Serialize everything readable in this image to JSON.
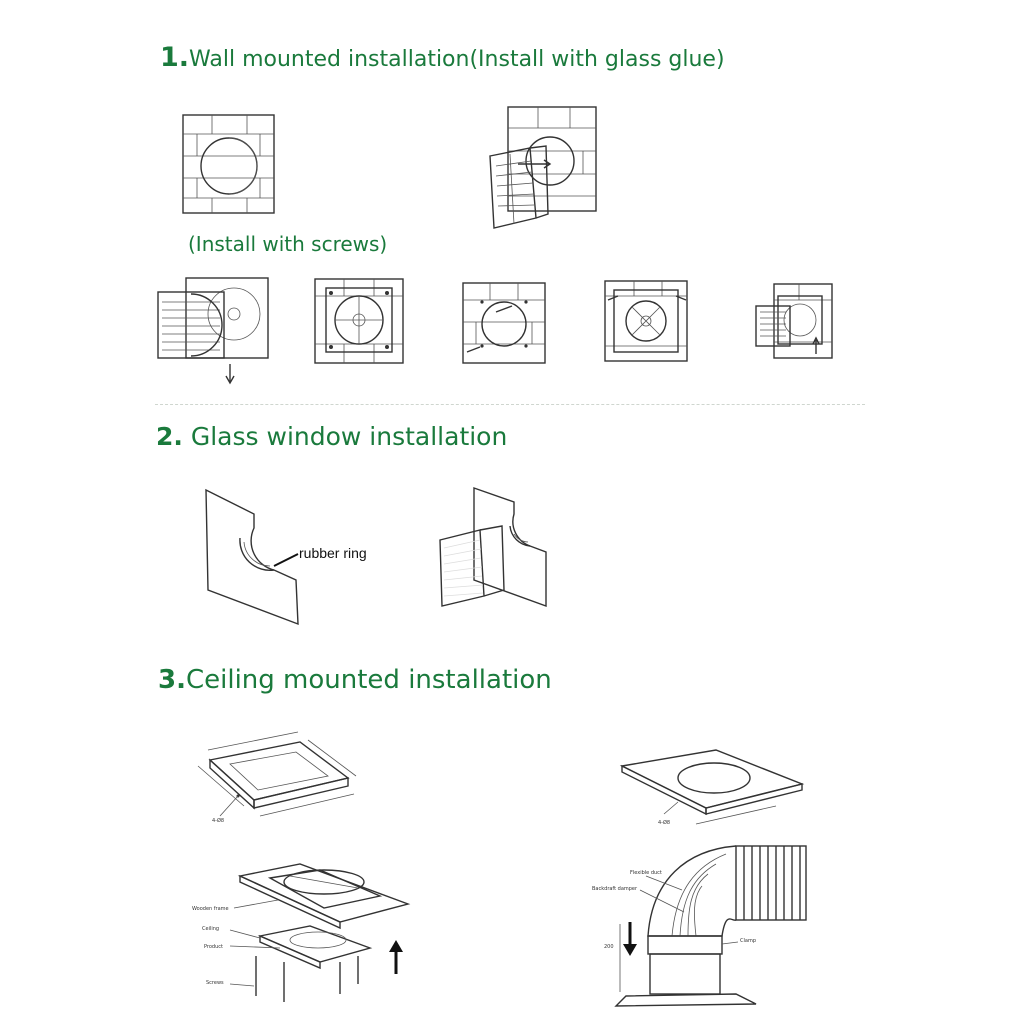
{
  "section1": {
    "number": "1.",
    "title": "Wall mounted installation(Install with glass glue)",
    "subtitle": "(Install with screws)"
  },
  "section2": {
    "number": "2.",
    "title": "Glass window installation",
    "callout": "rubber ring"
  },
  "section3": {
    "number": "3.",
    "title": "Ceiling mounted installation",
    "labels_left": {
      "wooden_frame": "Wooden frame",
      "ceiling": "Ceiling",
      "product": "Product",
      "screws": "Screws",
      "holes": "4-Ø8"
    },
    "labels_right": {
      "flexible_duct": "Flexible duct",
      "backdraft_damper": "Backdraft damper",
      "clamp": "Clamp",
      "height": "200",
      "holes": "4-Ø8"
    }
  }
}
